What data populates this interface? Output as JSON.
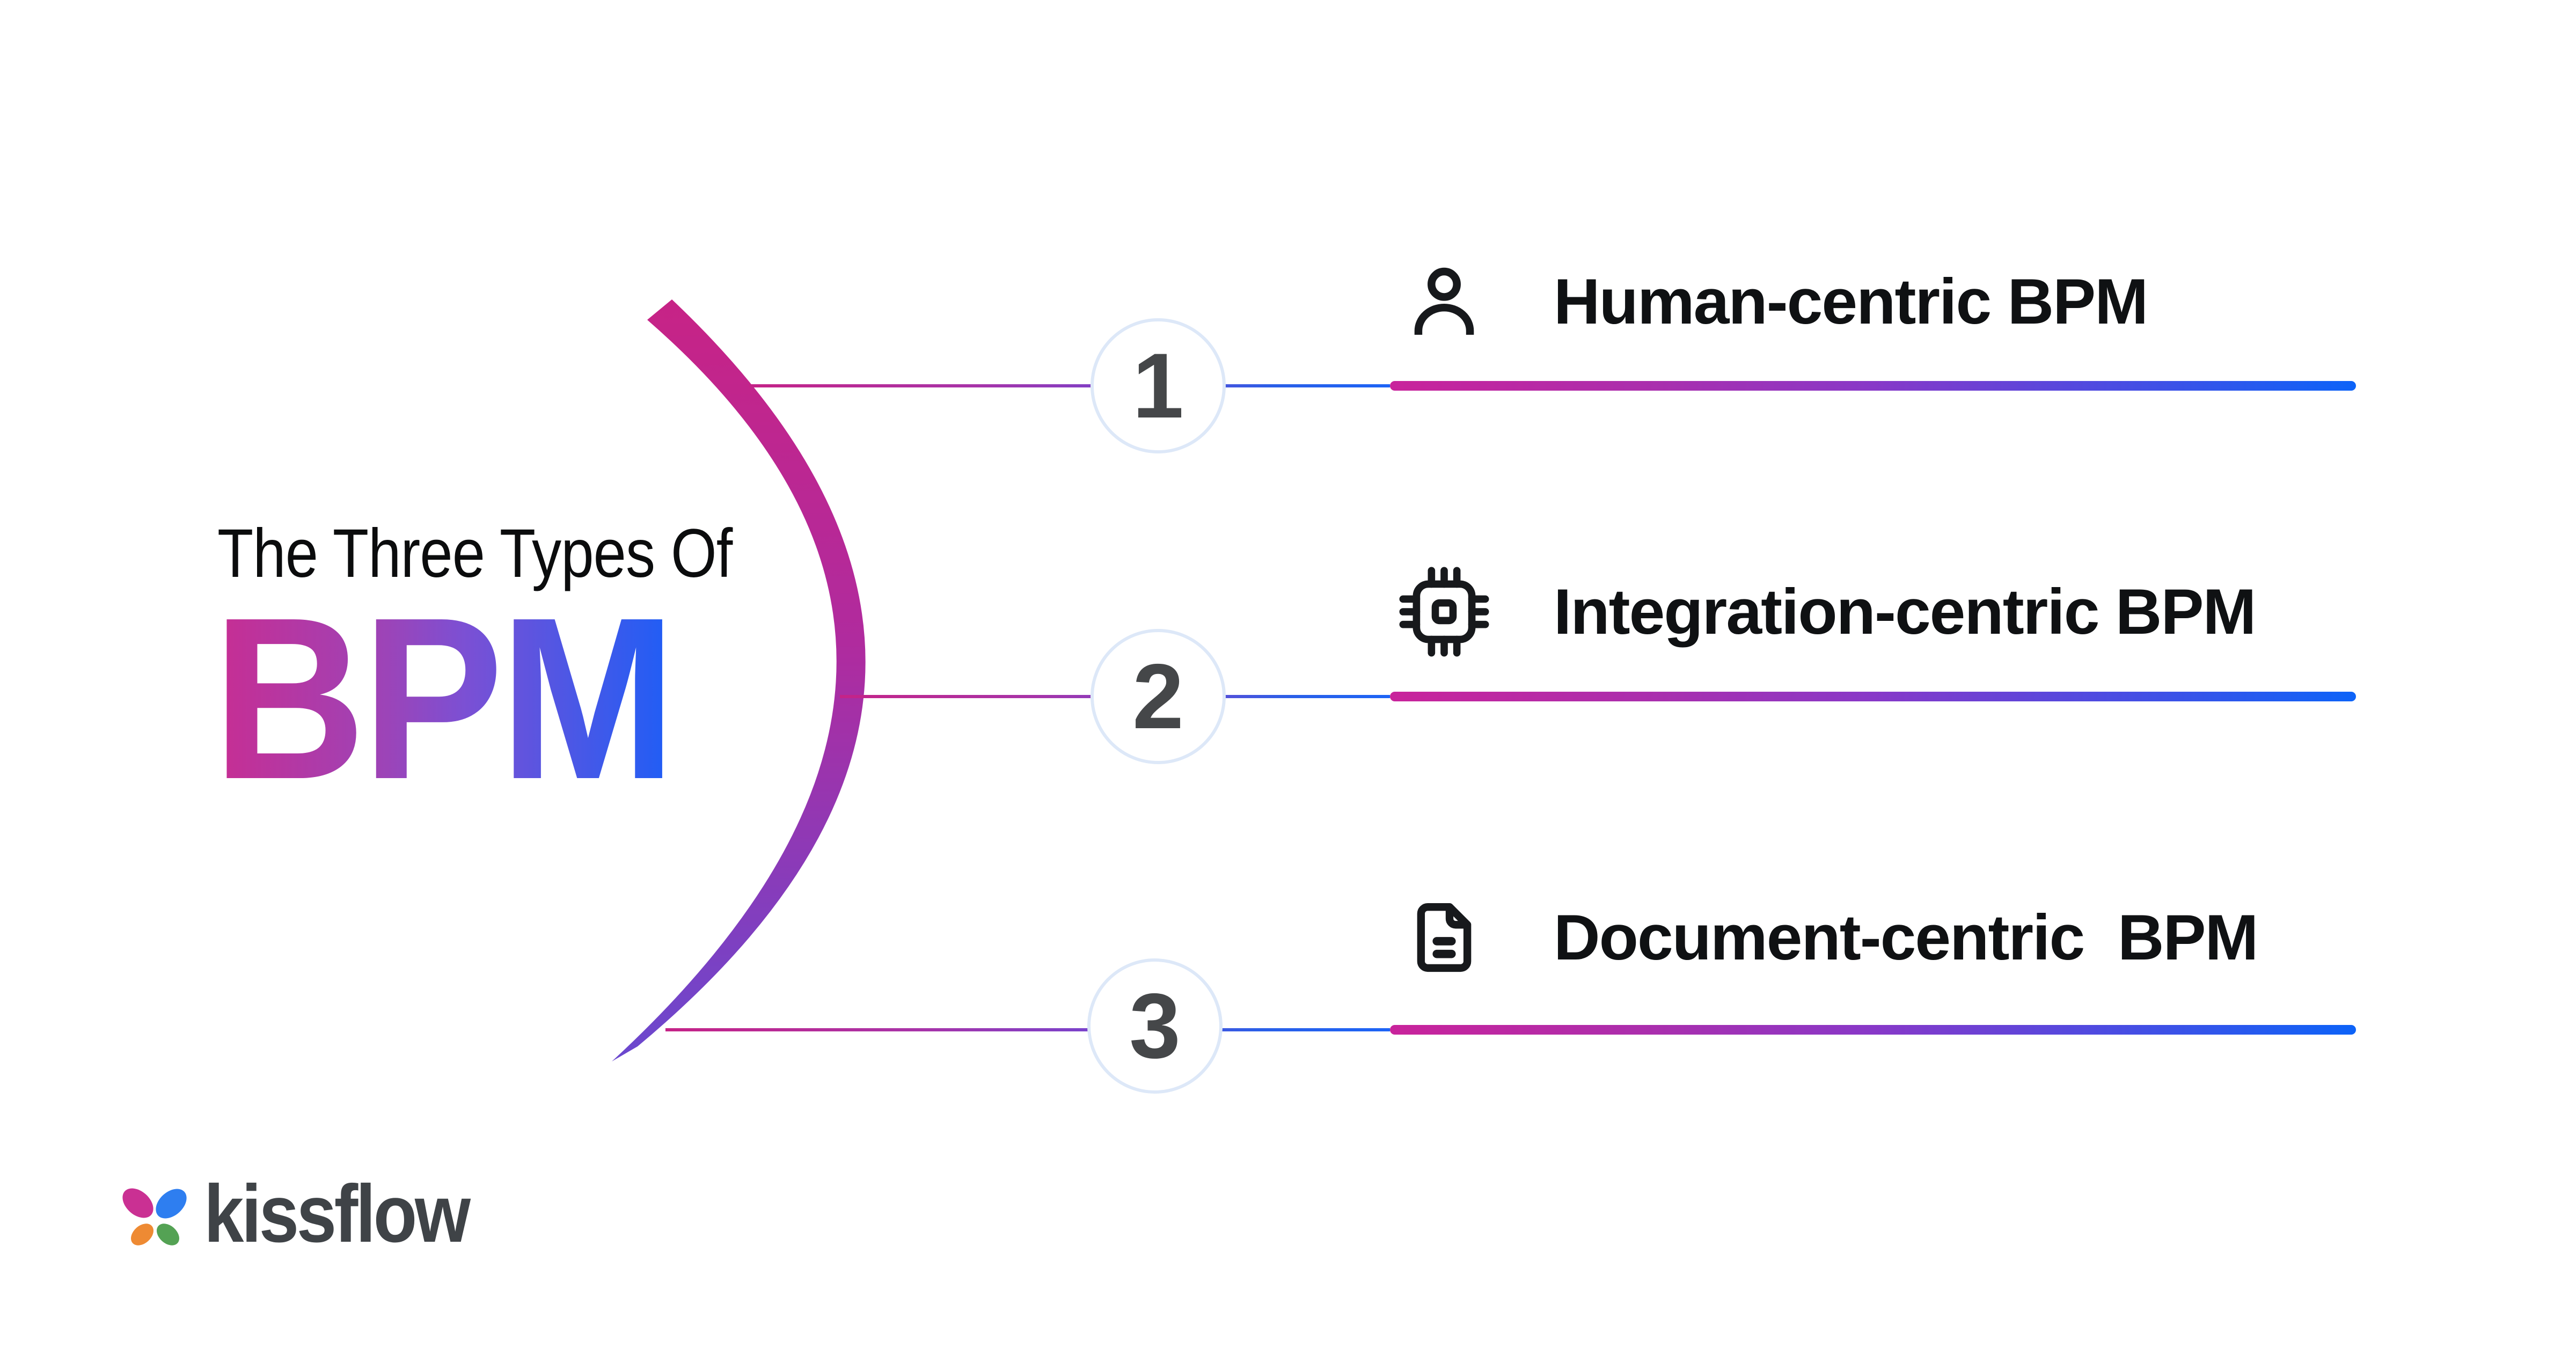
{
  "title": {
    "line1": "The Three Types Of",
    "line2": "BPM"
  },
  "items": [
    {
      "number": "1",
      "icon": "person-icon",
      "label": "Human-centric BPM"
    },
    {
      "number": "2",
      "icon": "chip-icon",
      "label": "Integration-centric BPM"
    },
    {
      "number": "3",
      "icon": "document-icon",
      "label": "Document-centric  BPM"
    }
  ],
  "logo": {
    "text": "kissflow"
  },
  "colors": {
    "background": "#ffffff",
    "heading_text": "#0b0c0d",
    "label_text": "#0f1113",
    "number_text": "#454749",
    "circle_border": "#dde8f8",
    "gradient_pink": "#c9239b",
    "gradient_purple": "#8838c8",
    "gradient_blue": "#0c63f8",
    "arc_top": "#c72386",
    "arc_middle": "#b02b9e",
    "arc_bottom": "#6a48cf",
    "logo_text": "#3f4347",
    "logo_petal_pink": "#ca3093",
    "logo_petal_blue": "#2e7ef0",
    "logo_petal_orange": "#ee8a33",
    "logo_petal_green": "#54a254"
  }
}
